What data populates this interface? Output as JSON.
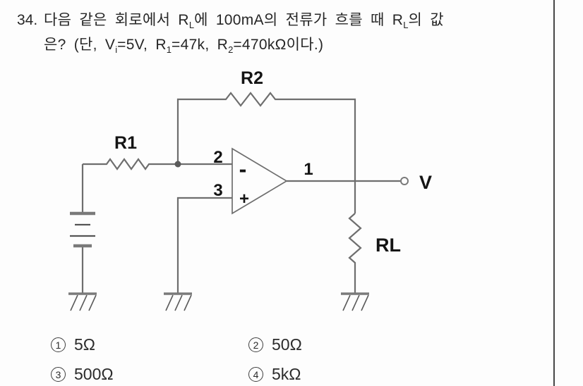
{
  "question": {
    "number": "34.",
    "line1_parts": [
      {
        "t": "다음 같은 회로에서 R"
      },
      {
        "t": "L",
        "sub": true
      },
      {
        "t": "에 100mA의 전류가 흐를 때 R"
      },
      {
        "t": "L",
        "sub": true
      },
      {
        "t": "의 값"
      }
    ],
    "line2_parts": [
      {
        "t": "은? (단, V"
      },
      {
        "t": "i",
        "sub": true
      },
      {
        "t": "=5V, R"
      },
      {
        "t": "1",
        "sub": true
      },
      {
        "t": "=47k, R"
      },
      {
        "t": "2",
        "sub": true
      },
      {
        "t": "=470kΩ이다.)"
      }
    ]
  },
  "circuit": {
    "labels": {
      "r1": "R1",
      "r2": "R2",
      "rl": "RL",
      "v": "V",
      "pin1": "1",
      "pin2": "2",
      "pin3": "3",
      "minus": "-",
      "plus": "+"
    }
  },
  "choices": [
    {
      "num": "1",
      "label": "5Ω"
    },
    {
      "num": "2",
      "label": "50Ω"
    },
    {
      "num": "3",
      "label": "500Ω"
    },
    {
      "num": "4",
      "label": "5kΩ"
    }
  ],
  "colors": {
    "wire": "#6e6e6e",
    "bar": "#7a7a7a",
    "border": "#474747",
    "label": "#141414"
  }
}
